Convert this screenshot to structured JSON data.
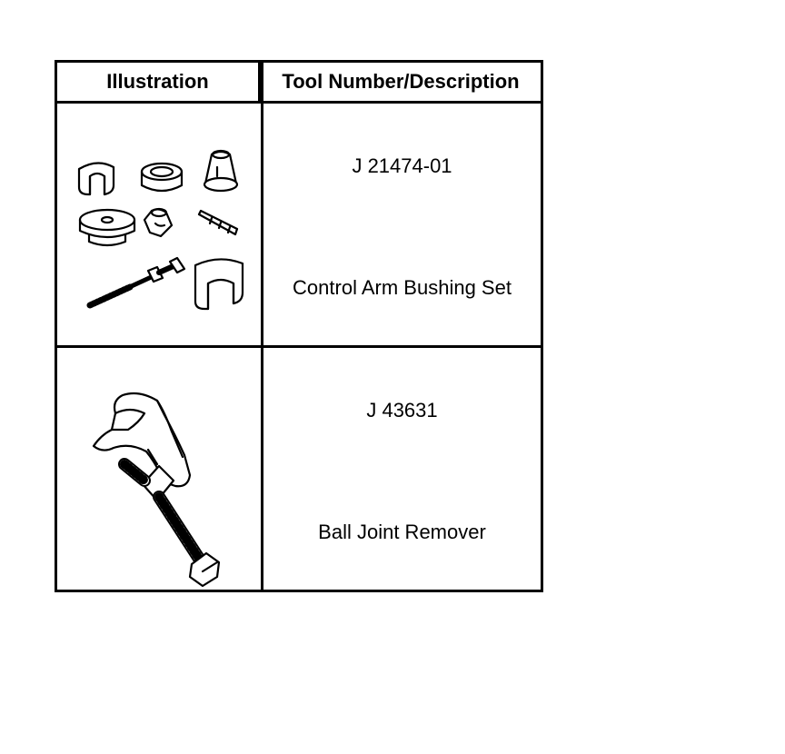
{
  "table": {
    "headers": {
      "illustration": "Illustration",
      "description": "Tool Number/Description"
    },
    "rows": [
      {
        "tool_number": "J 21474-01",
        "description": "Control Arm Bushing Set",
        "illustration_icon": "control-arm-bushing-set-icon"
      },
      {
        "tool_number": "J 43631",
        "description": "Ball Joint Remover",
        "illustration_icon": "ball-joint-remover-icon"
      }
    ]
  }
}
